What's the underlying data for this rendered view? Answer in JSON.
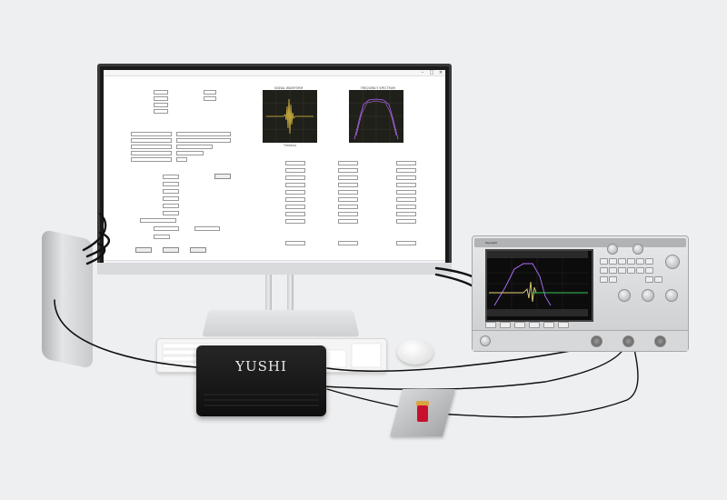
{
  "scene": {
    "description_type": "product photo",
    "background_color": "#eeeff0"
  },
  "device": {
    "brand_label": "YUSHI"
  },
  "monitor": {
    "window_title": "",
    "sections": [
      "",
      "",
      ""
    ],
    "plots": [
      {
        "title": "SIGNAL WAVEFORM",
        "x_label": "Time(us)",
        "trace_color": "#e0c040"
      },
      {
        "title": "FREQUENCY SPECTRUM",
        "x_label": "",
        "trace_color": "#b060ff"
      }
    ]
  },
  "oscilloscope": {
    "brand": "Keysight",
    "trace_colors": [
      "#e8d27a",
      "#b072ff",
      "#34c759"
    ]
  },
  "colors": {
    "device_body": "#111111",
    "sensor": "#c8102e",
    "monitor_bezel": "#1a1a1a"
  }
}
